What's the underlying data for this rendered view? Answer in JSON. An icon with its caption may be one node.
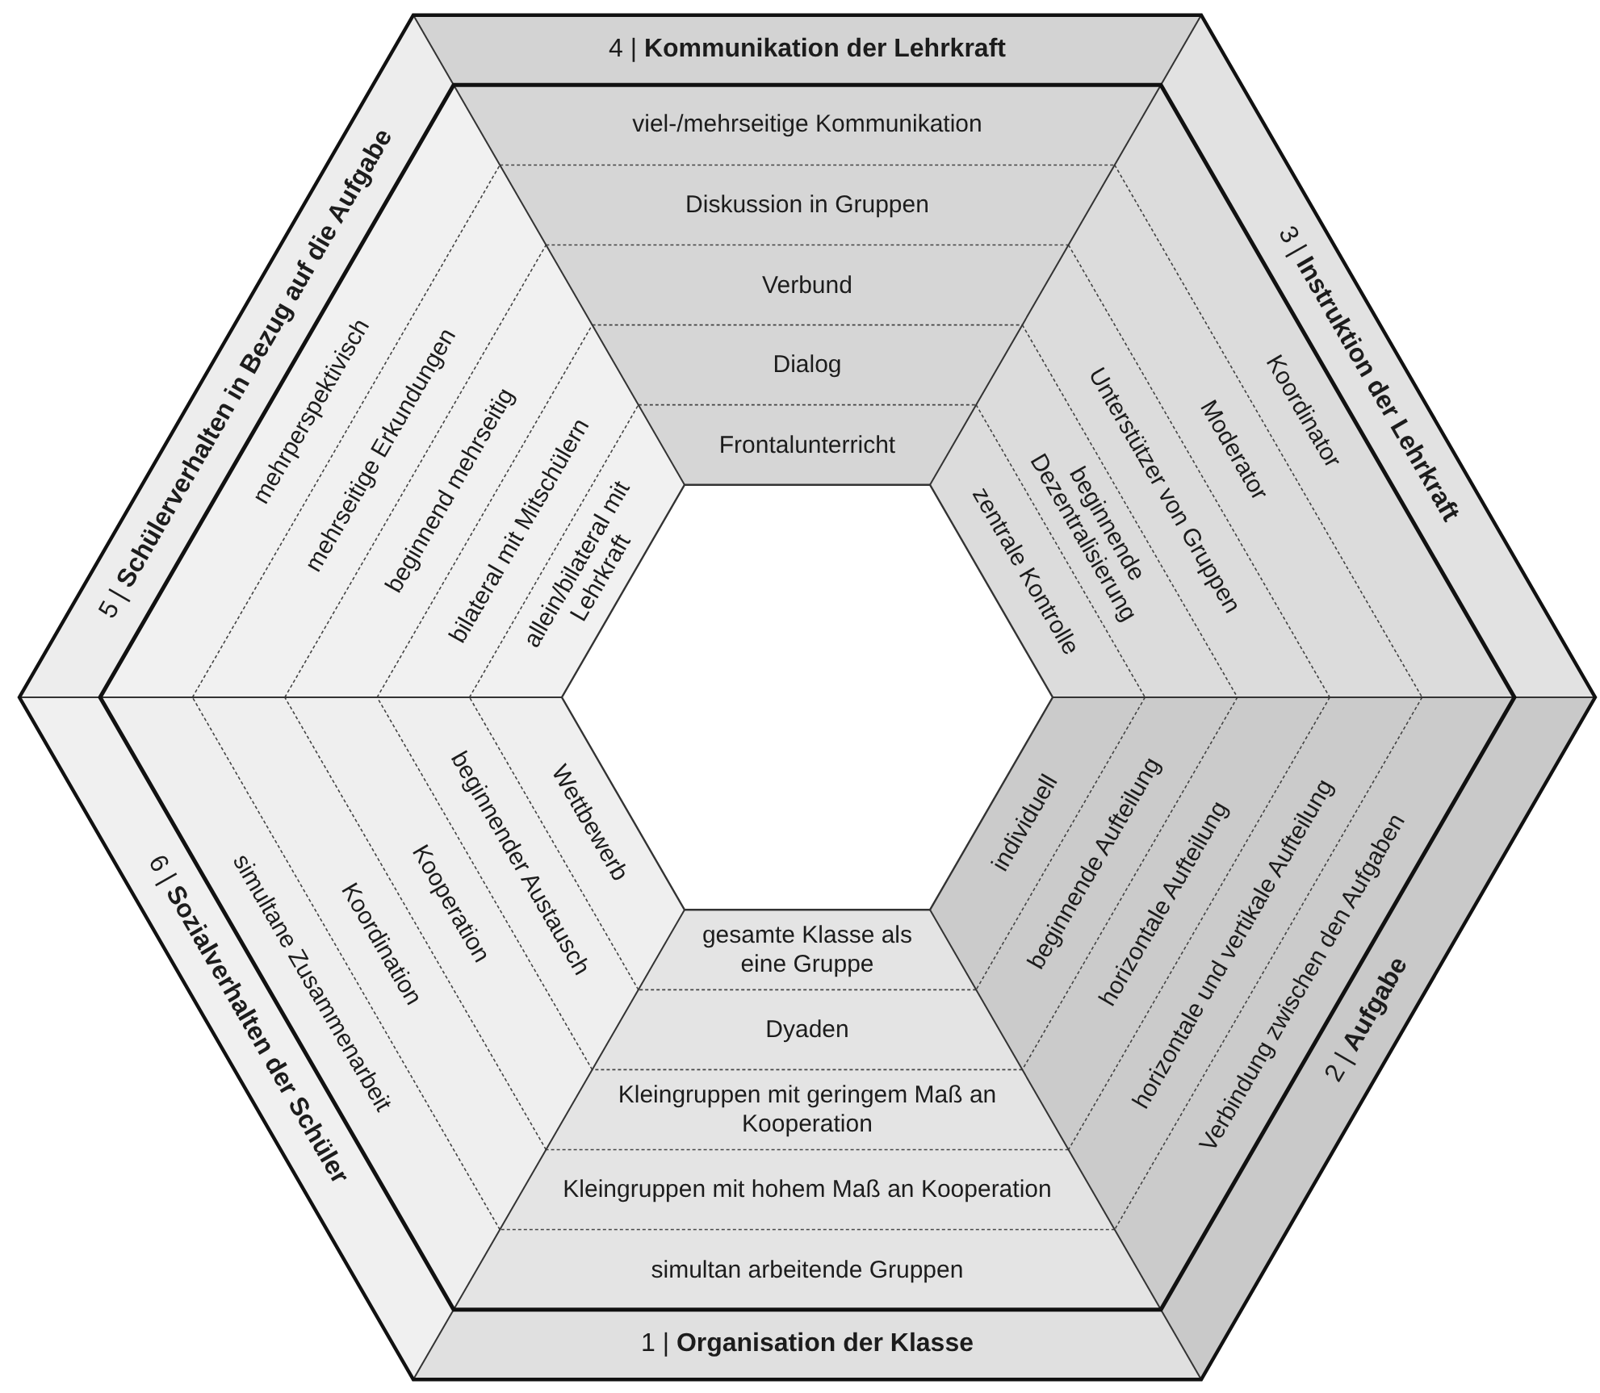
{
  "diagram": {
    "nodes": [
      {
        "text": [
          "4 | **Kommunikation der Lehrkraft**"
        ]
      },
      {
        "text": [
          "viel-/mehrseitige Kommunikation"
        ]
      },
      {
        "text": [
          "Diskussion in Gruppen"
        ]
      },
      {
        "text": [
          "Verbund"
        ]
      },
      {
        "text": [
          "Dialog"
        ]
      },
      {
        "text": [
          "Frontalunterricht"
        ]
      },
      {
        "text": [
          "5 | **Schülerverhalten in Bezug auf die Aufgabe**"
        ]
      },
      {
        "text": [
          "3 | **Instruktion der Lehrkraft**"
        ]
      },
      {
        "text": [
          "mehrperspektivisch"
        ]
      },
      {
        "text": [
          "mehrseitige Erkundungen"
        ]
      },
      {
        "text": [
          "beginnend mehrseitig"
        ]
      },
      {
        "text": [
          "bilateral mit Mitschülern"
        ]
      },
      {
        "text": [
          "allein/bilateral mit Lehrkraft"
        ]
      },
      {
        "text": [
          "zentrale Kontrolle"
        ]
      },
      {
        "text": [
          "beginnende Dezentralisierung"
        ]
      },
      {
        "text": [
          "Unterstützer von Gruppen"
        ]
      },
      {
        "text": [
          "Moderator"
        ]
      },
      {
        "text": [
          "Koordinator"
        ]
      },
      {
        "text": [
          "simultane Zusammenarbeit"
        ]
      },
      {
        "text": [
          "Koordination"
        ]
      },
      {
        "text": [
          "Kooperation"
        ]
      },
      {
        "text": [
          "beginnender Austausch"
        ]
      },
      {
        "text": [
          "Wettbewerb"
        ]
      },
      {
        "text": [
          "individuell"
        ]
      },
      {
        "text": [
          "beginnende Aufteilung"
        ]
      },
      {
        "text": [
          "horizontale Aufteilung"
        ]
      },
      {
        "text": [
          "horizontale und vertikale Aufteilung"
        ]
      },
      {
        "text": [
          "Verbindung zwischen den Aufgaben"
        ]
      },
      {
        "text": [
          "6 | **Sozialverhalten der Schüler**"
        ]
      },
      {
        "text": [
          "2 | **Aufgabe**"
        ]
      },
      {
        "text": [
          "gesamte Klasse als eine Gruppe"
        ]
      },
      {
        "text": [
          "Dyaden"
        ]
      },
      {
        "text": [
          "Kleingruppen mit geringem Maß an Kooperation"
        ]
      },
      {
        "text": [
          "Kleingruppen mit hohem Maß an Kooperation"
        ]
      },
      {
        "text": [
          "simultan arbeitende Gruppen"
        ]
      },
      {
        "text": [
          "1 | **Organisation der Klasse**"
        ]
      }
    ]
  }
}
